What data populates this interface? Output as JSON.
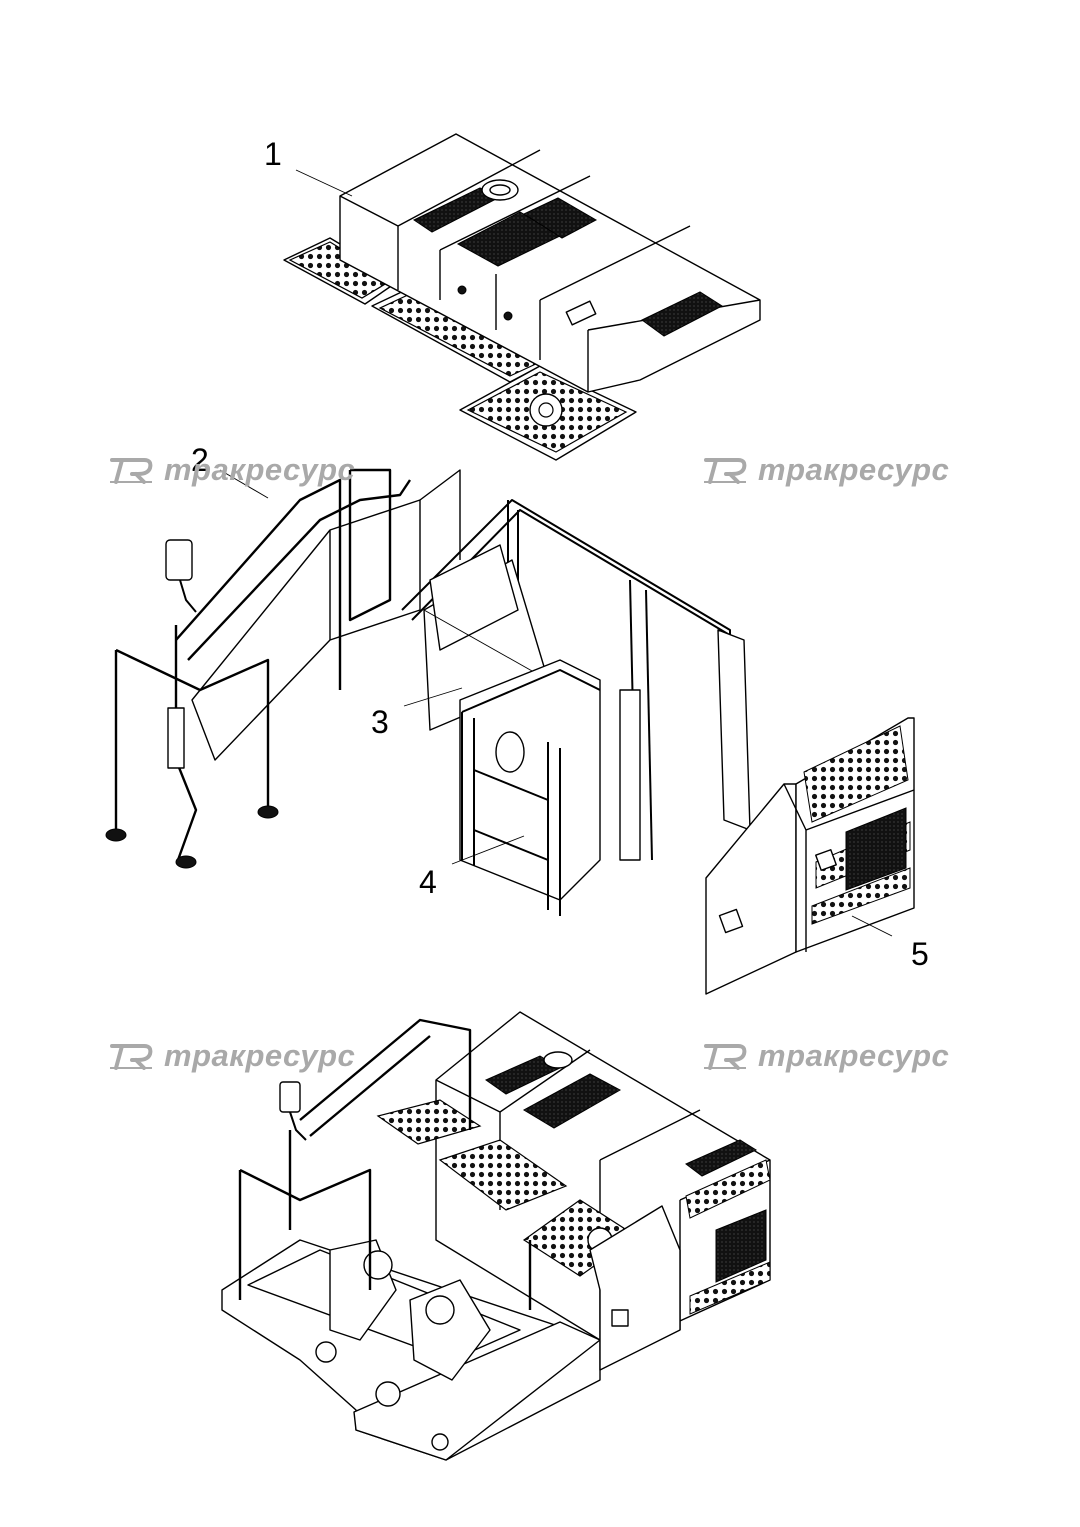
{
  "callouts": {
    "c1": "1",
    "c2": "2",
    "c3": "3",
    "c4": "4",
    "c5": "5"
  },
  "watermark": {
    "text": "тракресурс",
    "logo_text": "TR",
    "color": "#a9a9a9"
  },
  "icons": {
    "watermark_logo": "tr-logo-icon"
  }
}
